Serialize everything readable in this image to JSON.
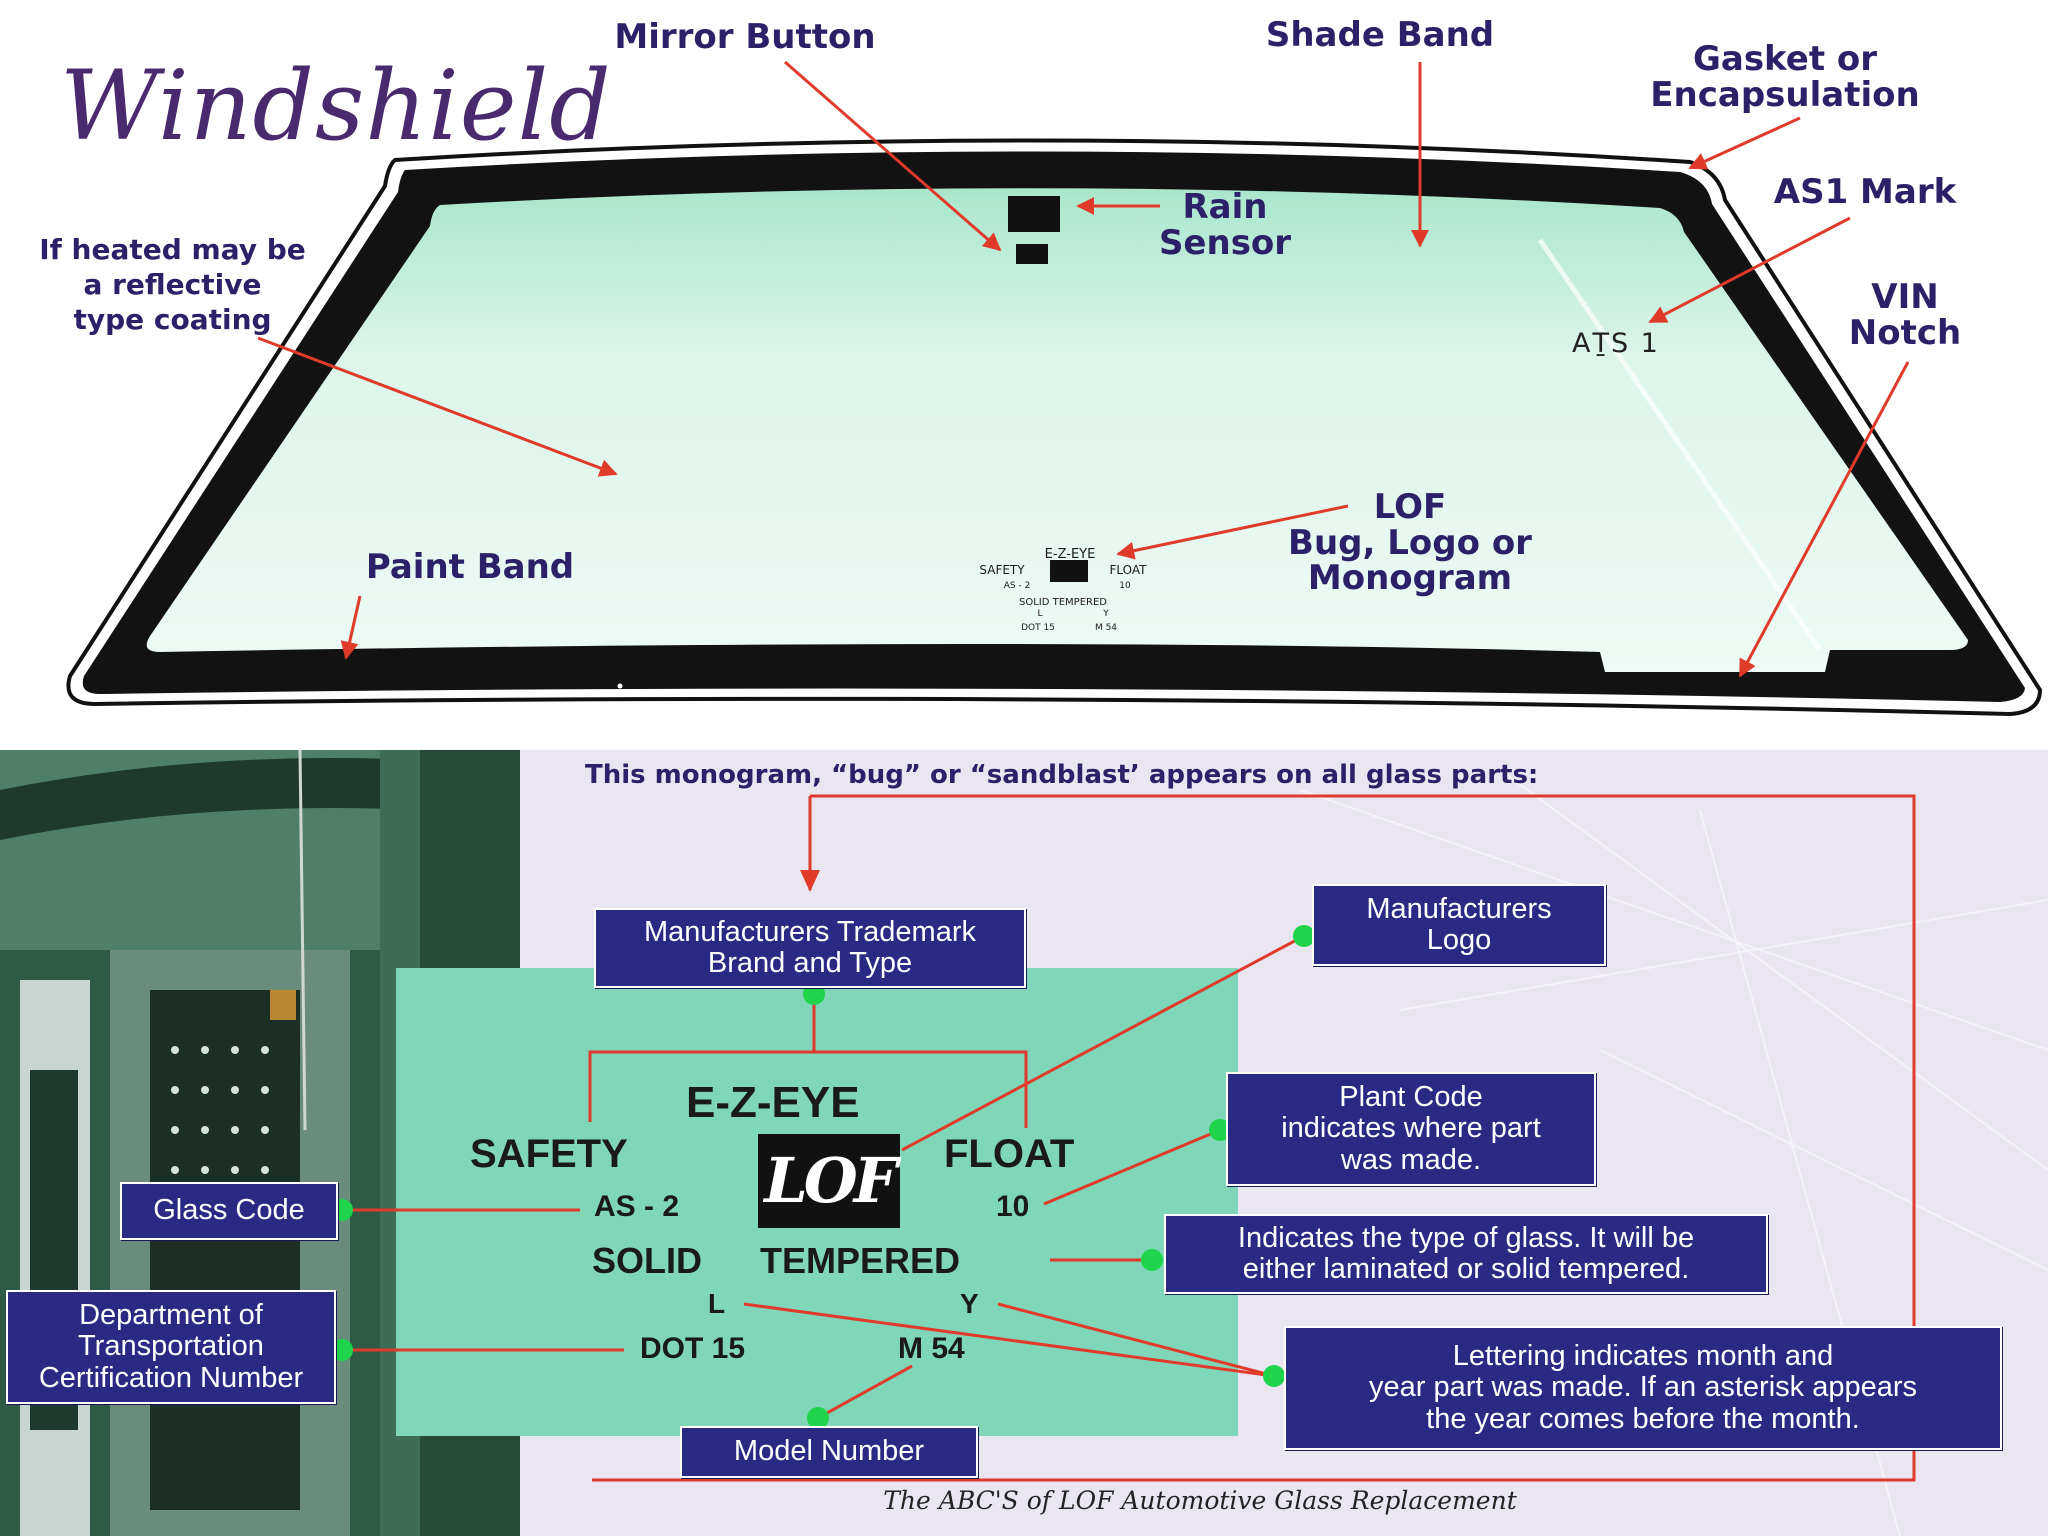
{
  "windshield": {
    "title": "Windshield",
    "labels": {
      "mirror_button": "Mirror Button",
      "shade_band": "Shade Band",
      "gasket": "Gasket or\nEncapsulation",
      "rain_sensor": "Rain\nSensor",
      "as1_mark": "AS1 Mark",
      "heated": "If heated may be\na reflective\ntype coating",
      "vin_notch": "VIN\nNotch",
      "lof_bug": "LOF\nBug, Logo or\nMonogram",
      "paint_band": "Paint Band"
    },
    "as1_text": "AṮS 1",
    "bug": {
      "line1": "E-Z-EYE",
      "safety": "SAFETY",
      "float": "FLOAT",
      "as2": "AS - 2",
      "ten": "10",
      "solid": "SOLID TEMPERED",
      "l": "L",
      "y": "Y",
      "dot": "DOT 15",
      "m": "M 54"
    }
  },
  "monogram": {
    "heading": "This monogram, “bug” or “sandblast’ appears on all glass parts:",
    "ezeye": "E-Z-EYE",
    "safety": "SAFETY",
    "float": "FLOAT",
    "logo": "LOF",
    "as2": "AS - 2",
    "ten": "10",
    "solid": "SOLID",
    "tempered": "TEMPERED",
    "l": "L",
    "y": "Y",
    "dot": "DOT 15",
    "m": "M 54",
    "boxes": {
      "trademark": "Manufacturers Trademark\nBrand and Type",
      "mfr_logo": "Manufacturers\nLogo",
      "plant_code": "Plant Code\nindicates where part\nwas made.",
      "glass_type": "Indicates the type of glass.  It will be\neither laminated or solid tempered.",
      "glass_code": "Glass Code",
      "dot_cert": "Department of\nTransportation\nCertification Number",
      "lettering": "Lettering indicates month and\nyear part was made.  If an asterisk appears\nthe year comes before the month.",
      "model": "Model Number"
    },
    "caption": "The ABC'S of LOF Automotive Glass Replacement"
  },
  "colors": {
    "label": "#2c2068",
    "arrow": "#e03a2a",
    "box": "#2a2a84",
    "monogram_panel": "#7fd6b8",
    "glass": "#e6f8f0",
    "dot": "#1fd44a"
  }
}
